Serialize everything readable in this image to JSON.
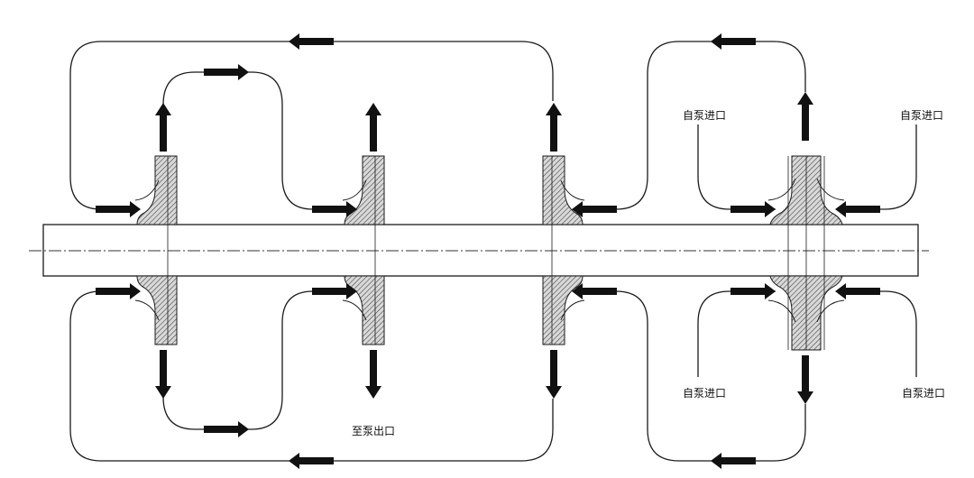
{
  "labels": {
    "self_inlet_top_left": "自泵进口",
    "self_inlet_top_right": "自泵进口",
    "self_inlet_bottom_left": "自泵进口",
    "self_inlet_bottom_right": "自泵进口",
    "to_pump_outlet": "至泵出口"
  },
  "colors": {
    "stroke": "#1a1a1a",
    "arrow": "#111111",
    "shaft_fill": "#ffffff",
    "impeller_fill": "#d9d9d9",
    "hatch": "#444444"
  },
  "impellers": [
    {
      "name": "impeller-stage-1",
      "type": "single-suction"
    },
    {
      "name": "impeller-stage-2",
      "type": "single-suction"
    },
    {
      "name": "impeller-stage-3",
      "type": "single-suction"
    },
    {
      "name": "impeller-double-suction",
      "type": "double-suction"
    }
  ],
  "icons": [
    "flow-arrow-icon"
  ]
}
